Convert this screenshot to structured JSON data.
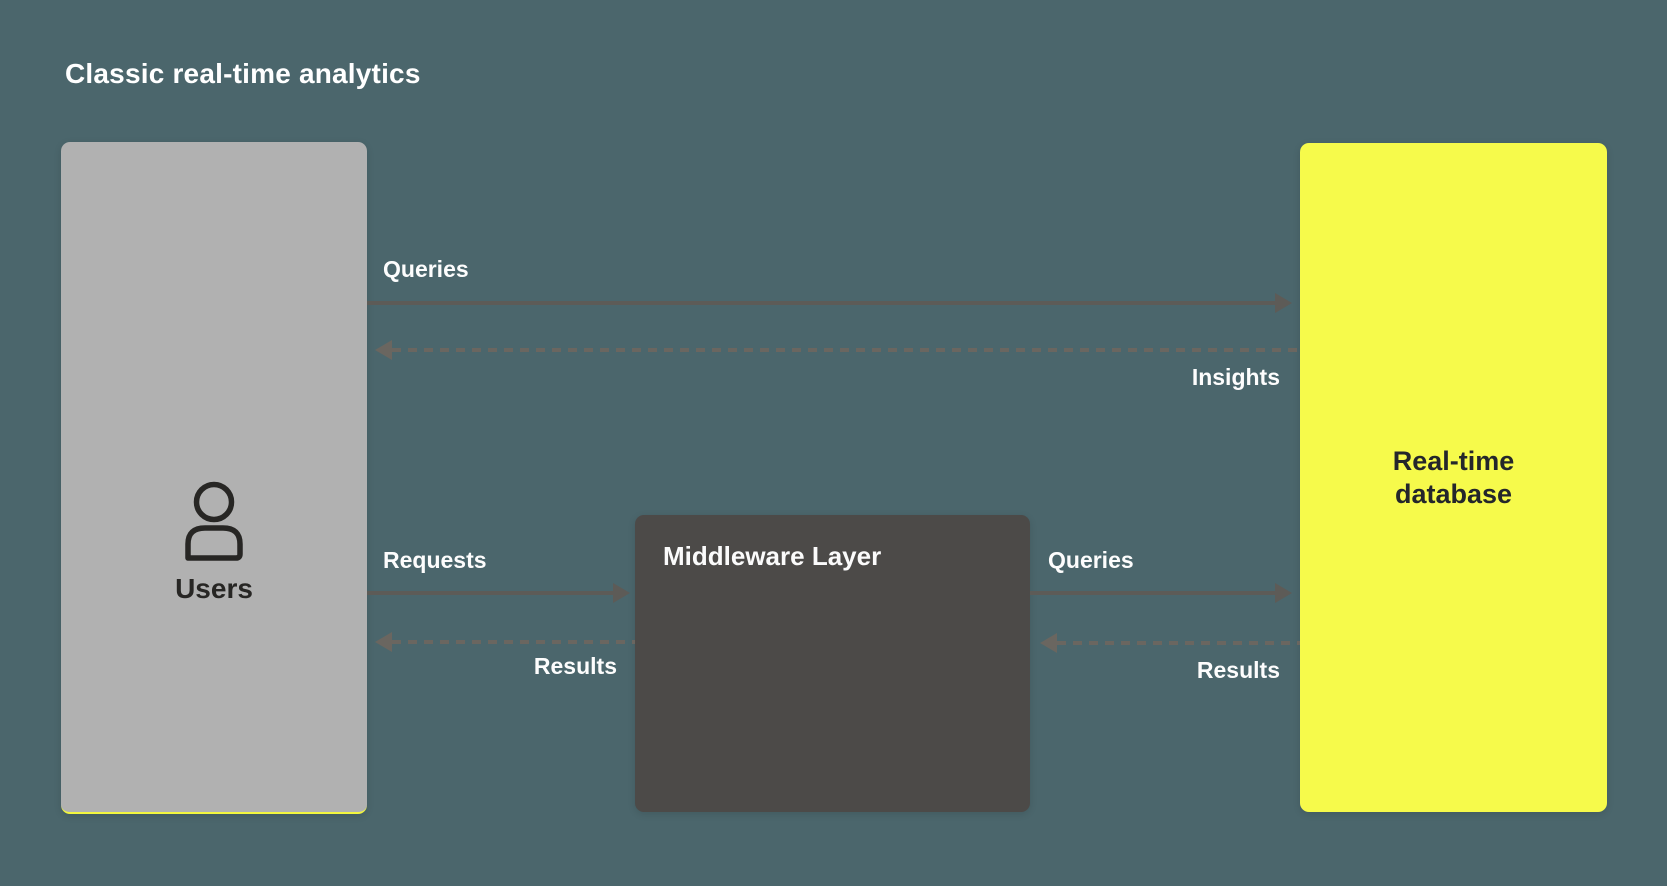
{
  "title": "Classic real-time analytics",
  "nodes": {
    "users": {
      "label": "Users",
      "fill": "#b1b1b1",
      "accent_underline": "#f2f63e",
      "icon": "person-icon"
    },
    "middleware": {
      "label": "Middleware Layer",
      "fill": "#4c4a48"
    },
    "database": {
      "label": "Real-time database",
      "fill": "#f6fa4b"
    }
  },
  "edges": [
    {
      "label": "Queries",
      "from": "Users",
      "to": "Real-time database",
      "style": "solid"
    },
    {
      "label": "Insights",
      "from": "Real-time database",
      "to": "Users",
      "style": "dashed"
    },
    {
      "label": "Requests",
      "from": "Users",
      "to": "Middleware Layer",
      "style": "solid"
    },
    {
      "label": "Results",
      "from": "Middleware Layer",
      "to": "Users",
      "style": "dashed"
    },
    {
      "label": "Queries",
      "from": "Middleware Layer",
      "to": "Real-time database",
      "style": "solid"
    },
    {
      "label": "Results",
      "from": "Real-time database",
      "to": "Middleware Layer",
      "style": "dashed"
    }
  ],
  "colors": {
    "background": "#4b666c",
    "arrow_solid": "#5d5b57",
    "arrow_dashed": "#6a6660",
    "label_text": "#fdfdfd",
    "dark_text": "#272624"
  }
}
